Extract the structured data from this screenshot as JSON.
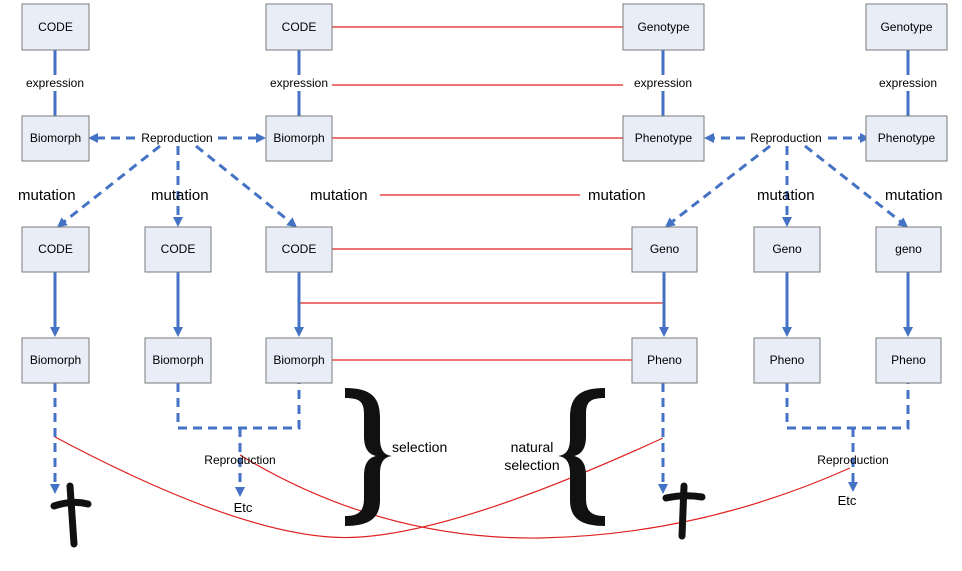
{
  "left_column": {
    "top": {
      "code": "CODE",
      "expression": "expression",
      "biomorph": "Biomorph"
    },
    "reproduction": "Reproduction",
    "mutation_labels": [
      "mutation",
      "mutation"
    ],
    "children": [
      {
        "code": "CODE",
        "biomorph": "Biomorph"
      },
      {
        "code": "CODE",
        "biomorph": "Biomorph"
      },
      {
        "code": "CODE",
        "biomorph": "Biomorph"
      }
    ],
    "parent_right": {
      "code": "CODE",
      "expression": "expression",
      "biomorph": "Biomorph"
    },
    "reproduction2": "Reproduction",
    "etc": "Etc"
  },
  "right_column": {
    "top": {
      "genotype": "Genotype",
      "expression": "expression",
      "phenotype": "Phenotype"
    },
    "top_far": {
      "genotype": "Genotype",
      "expression": "expression",
      "phenotype": "Phenotype"
    },
    "reproduction": "Reproduction",
    "mutation_labels": [
      "mutation",
      "mutation"
    ],
    "children": [
      {
        "geno": "Geno",
        "pheno": "Pheno"
      },
      {
        "geno": "Geno",
        "pheno": "Pheno"
      },
      {
        "geno": "geno",
        "pheno": "Pheno"
      }
    ],
    "reproduction2": "Reproduction",
    "etc": "Etc"
  },
  "center": {
    "mutation_left": "mutation",
    "mutation_right": "mutation",
    "selection": "selection",
    "natural_selection_1": "natural",
    "natural_selection_2": "selection"
  },
  "colors": {
    "arrow": "#4472c4",
    "link": "#e02020",
    "box_fill": "#e8edf7"
  }
}
